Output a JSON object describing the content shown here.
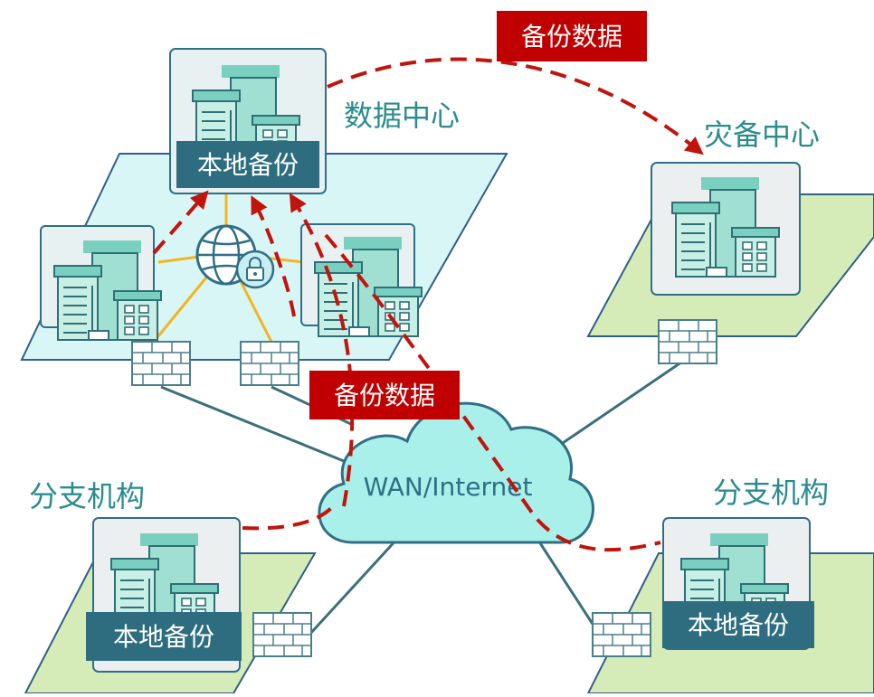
{
  "labels": {
    "data_center": "数据中心",
    "dr_center": "灾备中心",
    "branch_left": "分支机构",
    "branch_right": "分支机构",
    "wan": "WAN/Internet",
    "backup_data_top": "备份数据",
    "backup_data_mid": "备份数据",
    "local_backup_dc": "本地备份",
    "local_backup_branch_left": "本地备份",
    "local_backup_branch_right": "本地备份"
  },
  "colors": {
    "teal_text": "#2a8c8c",
    "cloud_fill": "#a9f0ea",
    "cloud_stroke": "#2f6f86",
    "dc_platform": "#d9f6f6",
    "branch_platform": "#d6ecb8",
    "platform_stroke": "#2f5f8a",
    "link_line": "#3b6f7d",
    "lan_line": "#f2b51f",
    "dash_red": "#c0140c",
    "badge_red": "#c00000",
    "dark_teal_label": "#2e6d7f"
  },
  "icons": [
    "building-icon",
    "globe-icon",
    "lock-icon",
    "firewall-icon",
    "cloud-icon",
    "arrow-head-icon"
  ]
}
